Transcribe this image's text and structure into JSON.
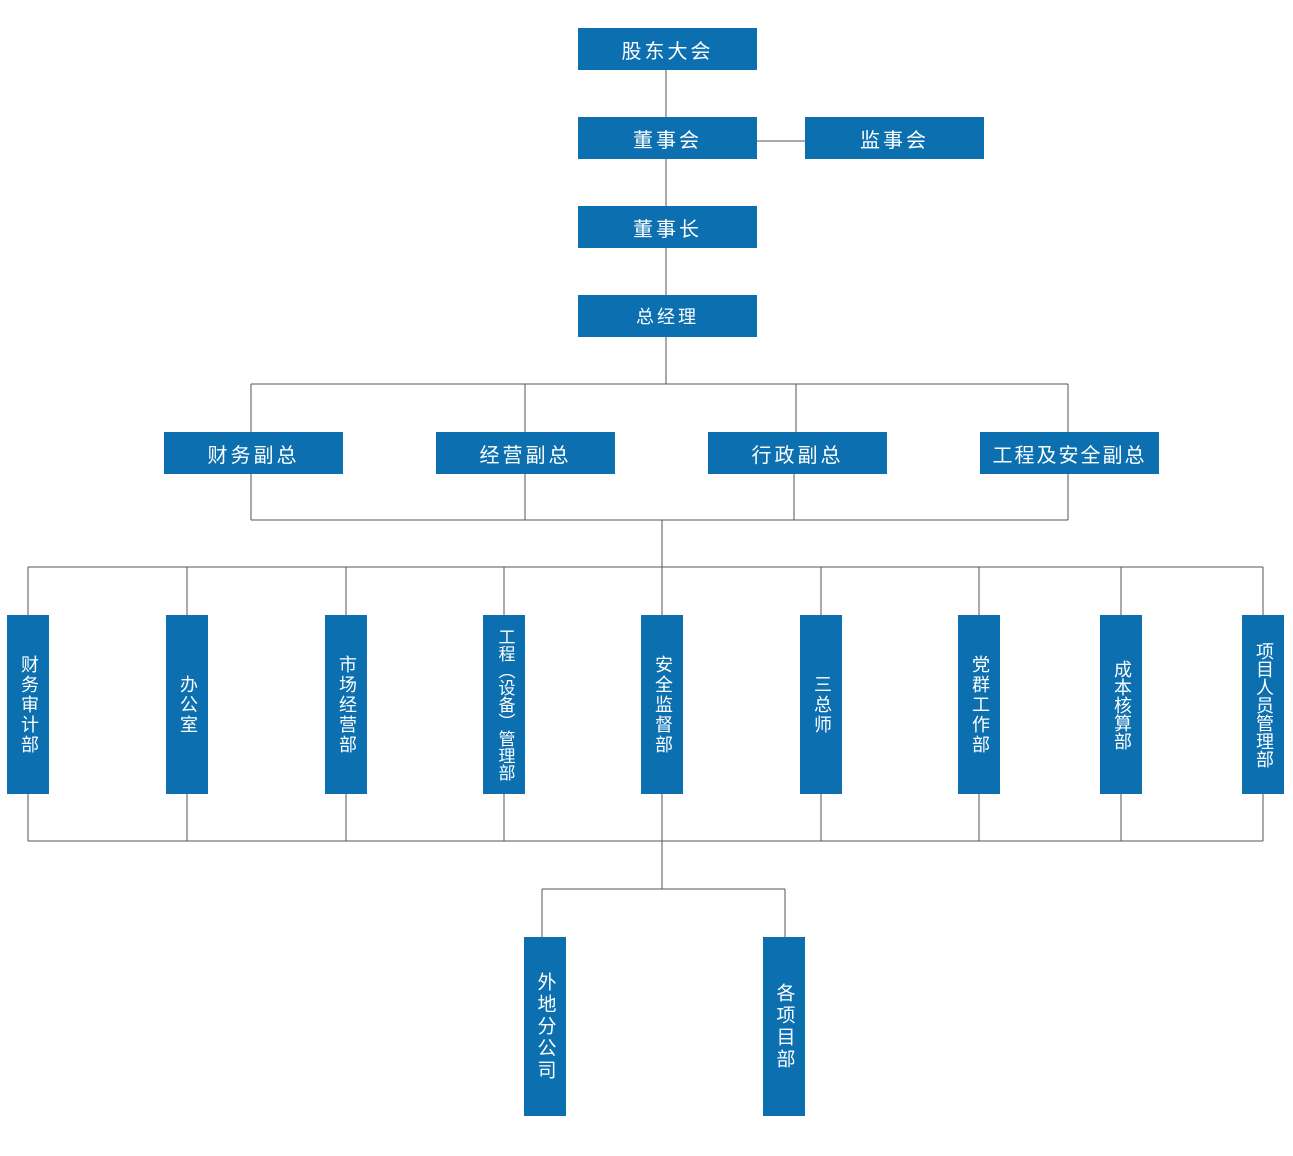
{
  "colors": {
    "box_fill": "#0b6fb0",
    "box_text": "#ffffff",
    "connector": "#555555"
  },
  "top": {
    "shareholders": "股东大会",
    "board": "董事会",
    "supervisors": "监事会",
    "chairman": "董事长",
    "general_manager": "总经理"
  },
  "vice_presidents": [
    "财务副总",
    "经营副总",
    "行政副总",
    "工程及安全副总"
  ],
  "departments": [
    "财务审计部",
    "办公室",
    "市场经营部",
    "工程（设备）管理部",
    "安全监督部",
    "三总师",
    "党群工作部",
    "成本核算部",
    "项目人员管理部"
  ],
  "branches": [
    "外地分公司",
    "各项目部"
  ]
}
